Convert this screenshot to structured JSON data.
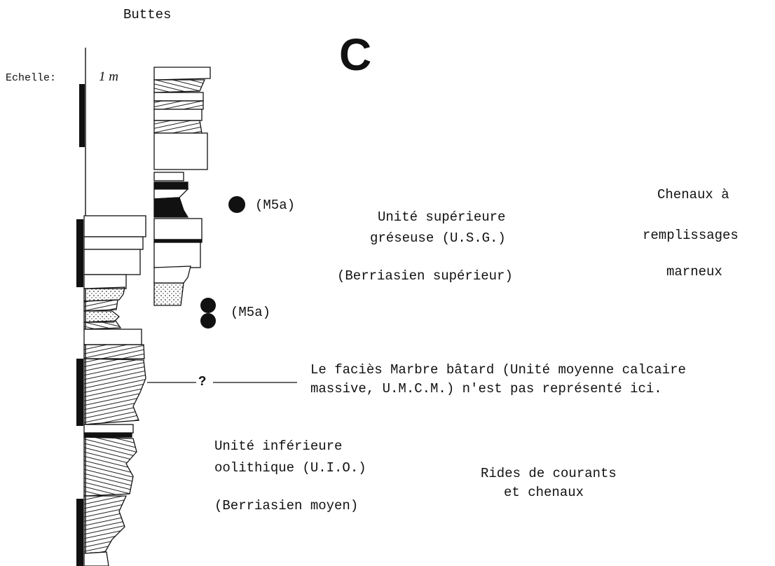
{
  "header": {
    "location": "Buttes",
    "panel_letter": "C"
  },
  "scale": {
    "label": "Echelle:",
    "value": "1 m"
  },
  "samples": [
    {
      "label": "(M5a)"
    },
    {
      "label": "(M5a)"
    }
  ],
  "units": {
    "upper": {
      "name_line1": "Unité supérieure",
      "name_line2": "gréseuse (U.S.G.)",
      "age": "(Berriasien supérieur)",
      "facies_line1": "Chenaux à",
      "facies_line2": "remplissages",
      "facies_line3": "marneux"
    },
    "middle": {
      "marker": "?",
      "note_line1": "Le faciès Marbre bâtard (Unité moyenne calcaire",
      "note_line2": "massive, U.M.C.M.) n'est pas représenté ici."
    },
    "lower": {
      "name_line1": "Unité inférieure",
      "name_line2": "oolithique (U.I.O.)",
      "age": "(Berriasien moyen)",
      "facies_line1": "Rides de courants",
      "facies_line2": "et chenaux"
    }
  },
  "colors": {
    "ink": "#111111",
    "background": "#ffffff"
  }
}
